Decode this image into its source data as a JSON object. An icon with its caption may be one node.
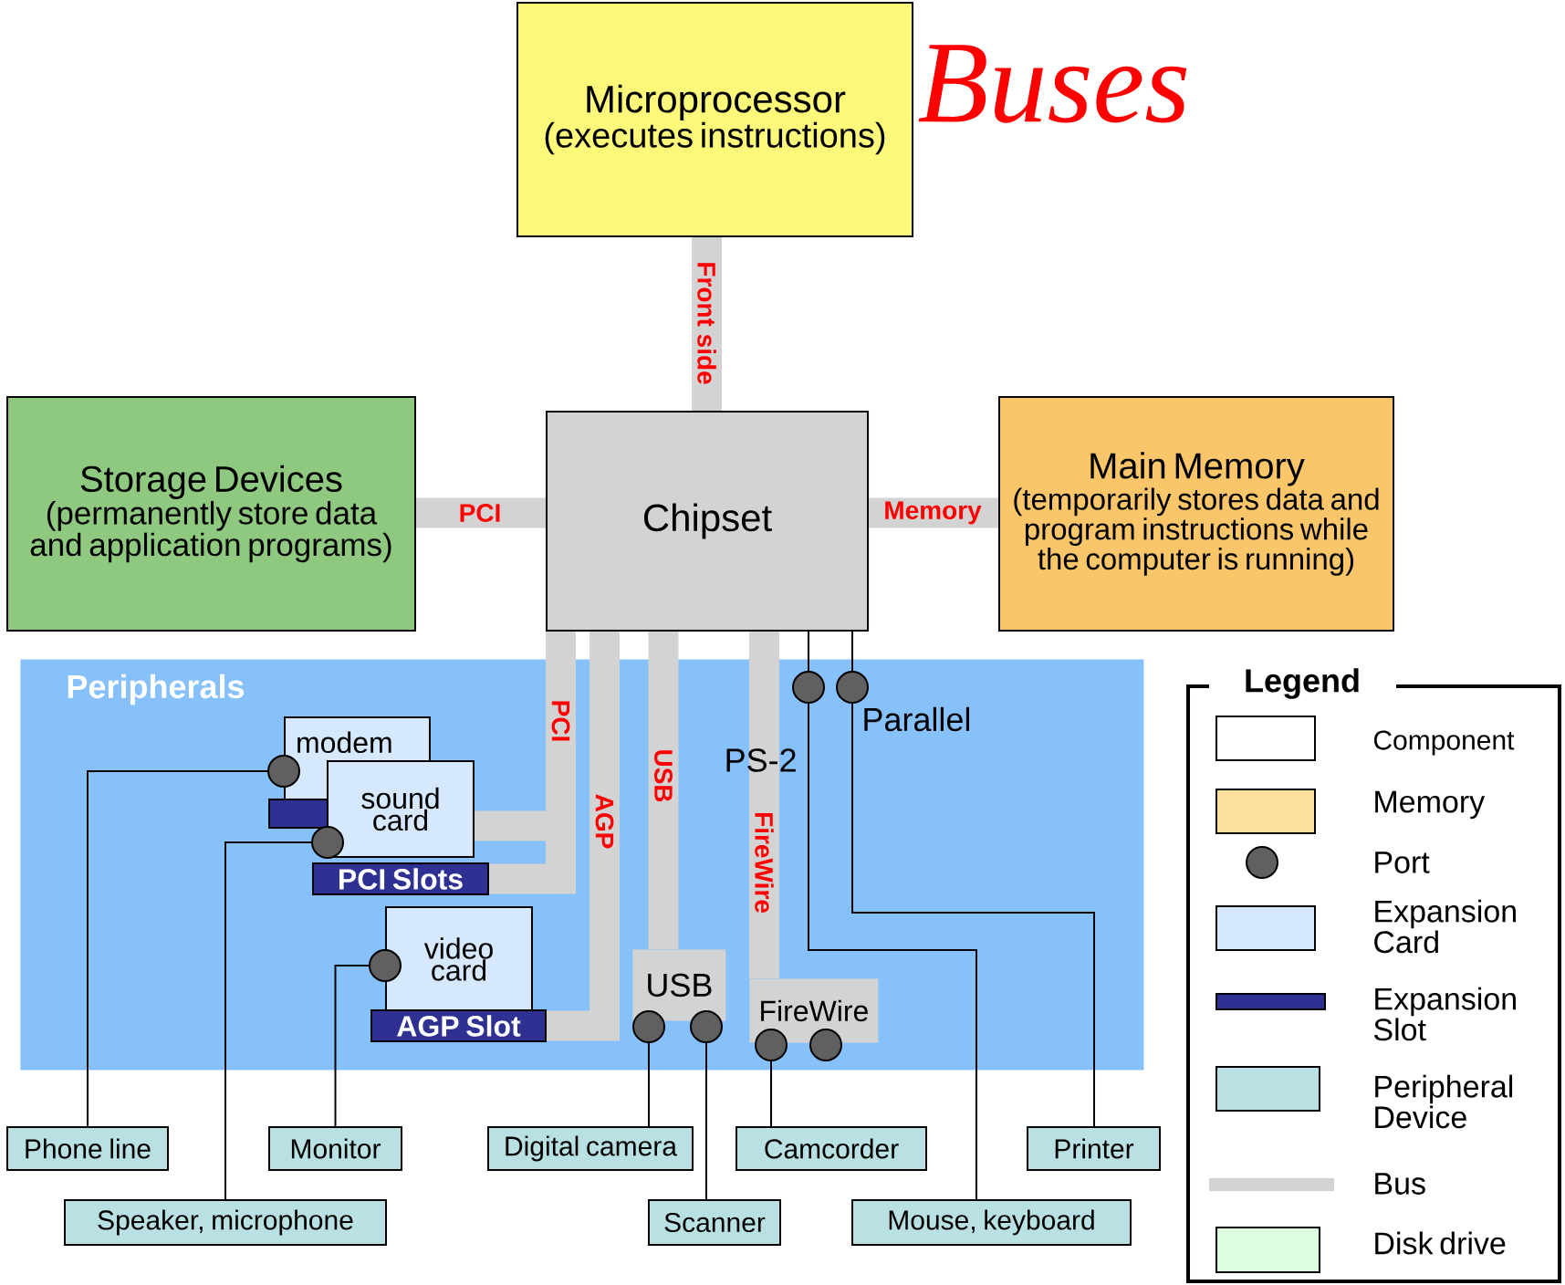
{
  "diagram": {
    "title": "Buses",
    "nodes": [
      {
        "text": [
          "Microprocessor",
          "(executes instructions)"
        ]
      },
      {
        "text": [
          "Storage Devices",
          "(permanently store data and application programs)"
        ]
      },
      {
        "text": [
          "Chipset"
        ]
      },
      {
        "text": [
          "Main Memory",
          "(temporarily stores data and program instructions while the computer is running)"
        ]
      },
      {
        "text": [
          "Peripherals"
        ]
      },
      {
        "text": [
          "modem"
        ],
        "in": 4
      },
      {
        "text": [
          "sound card"
        ],
        "in": 4
      },
      {
        "text": [],
        "shape": "bar",
        "in": 4
      },
      {
        "text": [
          "PCI Slots"
        ],
        "in": 4
      },
      {
        "text": [
          "video card"
        ],
        "in": 4
      },
      {
        "text": [
          "AGP Slot"
        ],
        "in": 4
      },
      {
        "text": [],
        "shape": "circle",
        "in": 4
      },
      {
        "text": [],
        "shape": "circle",
        "in": 4
      },
      {
        "text": [],
        "shape": "circle",
        "in": 4
      },
      {
        "text": [],
        "shape": "circle",
        "in": 4,
        "beside": [
          "PS-2"
        ]
      },
      {
        "text": [],
        "shape": "circle",
        "in": 4,
        "beside": [
          "Parallel"
        ]
      },
      {
        "text": [
          "USB"
        ],
        "in": 4
      },
      {
        "text": [],
        "shape": "circle",
        "in": 4
      },
      {
        "text": [],
        "shape": "circle",
        "in": 4
      },
      {
        "text": [
          "FireWire"
        ],
        "in": 4
      },
      {
        "text": [],
        "shape": "circle",
        "in": 4
      },
      {
        "text": [],
        "shape": "circle",
        "in": 4
      },
      {
        "text": [
          "Phone line"
        ]
      },
      {
        "text": [
          "Monitor"
        ]
      },
      {
        "text": [
          "Digital camera"
        ]
      },
      {
        "text": [
          "Camcorder"
        ]
      },
      {
        "text": [
          "Printer"
        ]
      },
      {
        "text": [
          "Speaker, microphone"
        ]
      },
      {
        "text": [
          "Scanner"
        ]
      },
      {
        "text": [
          "Mouse, keyboard"
        ]
      }
    ],
    "edges": [
      {
        "from": 0,
        "to": 2,
        "arrow": "none",
        "label": "Front side",
        "style": "thick",
        "color": "#d3d3d3"
      },
      {
        "from": 1,
        "to": 2,
        "arrow": "none",
        "label": "PCI",
        "style": "thick",
        "color": "#d3d3d3"
      },
      {
        "from": 2,
        "to": 3,
        "arrow": "none",
        "label": "Memory",
        "style": "thick",
        "color": "#d3d3d3"
      },
      {
        "from": 2,
        "to": 6,
        "arrow": "none",
        "style": "thick",
        "color": "#d3d3d3"
      },
      {
        "from": 2,
        "to": 8,
        "arrow": "none",
        "label": "PCI",
        "style": "thick",
        "color": "#d3d3d3"
      },
      {
        "from": 2,
        "to": 10,
        "arrow": "none",
        "label": "AGP",
        "style": "thick",
        "color": "#d3d3d3"
      },
      {
        "from": 2,
        "to": 16,
        "arrow": "none",
        "label": "USB",
        "style": "thick",
        "color": "#d3d3d3"
      },
      {
        "from": 2,
        "to": 19,
        "arrow": "none",
        "label": "FireWire",
        "style": "thick",
        "color": "#d3d3d3"
      },
      {
        "from": 2,
        "to": 14,
        "arrow": "none"
      },
      {
        "from": 2,
        "to": 15,
        "arrow": "none"
      },
      {
        "from": 11,
        "to": 22,
        "arrow": "none"
      },
      {
        "from": 12,
        "to": 27,
        "arrow": "none"
      },
      {
        "from": 13,
        "to": 23,
        "arrow": "none"
      },
      {
        "from": 17,
        "to": 24,
        "arrow": "none"
      },
      {
        "from": 18,
        "to": 28,
        "arrow": "none"
      },
      {
        "from": 20,
        "to": 25,
        "arrow": "none"
      },
      {
        "from": 14,
        "to": 29,
        "arrow": "none"
      },
      {
        "from": 15,
        "to": 26,
        "arrow": "none"
      }
    ],
    "labels": [
      "Legend"
    ],
    "legend": [
      {
        "text": "Component"
      },
      {
        "text": "Memory",
        "color": "#fde09e"
      },
      {
        "text": "Port"
      },
      {
        "text": "Expansion Card",
        "color": "#d6e8fe"
      },
      {
        "text": "Expansion Slot",
        "color": "#2e3192"
      },
      {
        "text": "Peripheral Device",
        "color": "#b9e0e3"
      },
      {
        "text": "Bus",
        "color": "#d3d3d3"
      },
      {
        "text": "Disk drive",
        "color": "#ddfde0"
      }
    ]
  }
}
